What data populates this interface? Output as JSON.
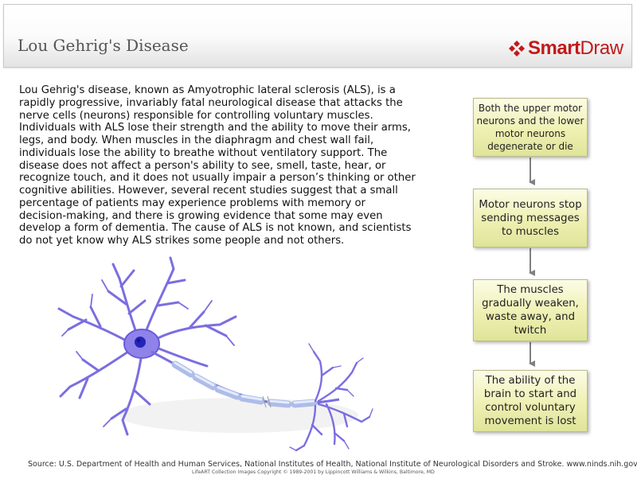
{
  "header": {
    "title": "Lou Gehrig's Disease",
    "brand": {
      "name_bold": "Smart",
      "name_regular": "Draw",
      "logo_icon": "smartdraw-diamonds-icon",
      "color": "#c21a1a"
    }
  },
  "description": {
    "lines": [
      "Lou Gehrig's disease, known as Amyotrophic lateral sclerosis (ALS), is a",
      "rapidly progressive, invariably fatal neurological disease that attacks the",
      "nerve cells (neurons) responsible for controlling voluntary muscles.",
      "Individuals with ALS lose their strength and the ability to move their arms,",
      "legs, and body. When muscles in the diaphragm and chest wall fail,",
      "individuals lose the ability to breathe without ventilatory support.  The",
      "disease does not affect a person's ability to see, smell, taste, hear, or",
      "recognize touch, and it does not usually impair a person’s thinking or other",
      "cognitive abilities.  However, several recent studies suggest that a small",
      "percentage of patients may experience problems with memory or",
      "decision-making, and there is growing evidence that some may even",
      "develop a form of dementia.  The cause of ALS is not known, and scientists",
      "do not yet know why ALS strikes some people and not others."
    ]
  },
  "illustration": {
    "icon": "motor-neuron-illustration-icon",
    "color": "#7b6ee0"
  },
  "flow": {
    "steps": [
      {
        "lines": [
          "Both the upper motor",
          "neurons and the lower",
          "motor neurons",
          "degenerate or die"
        ]
      },
      {
        "lines": [
          "Motor neurons stop",
          "sending messages",
          "to muscles"
        ]
      },
      {
        "lines": [
          "The muscles",
          "gradually weaken,",
          "waste away, and",
          "twitch"
        ]
      },
      {
        "lines": [
          "The ability of the",
          "brain to start and",
          "control voluntary",
          "movement is lost"
        ]
      }
    ],
    "box_color": "#eef0b2",
    "arrow_color": "#808080"
  },
  "footer": {
    "source": "Source: U.S. Department of Health and Human Services, National Institutes of Health, National Institute of Neurological Disorders and Stroke.  www.ninds.nih.gov",
    "copyright": "LifeART Collection Images Copyright © 1989-2001 by Lippincott Williams & Wilkins, Baltimore, MD"
  }
}
